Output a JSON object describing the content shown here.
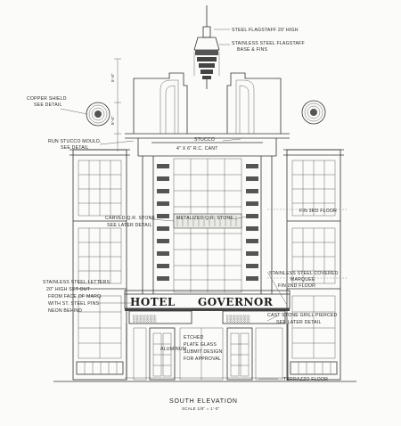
{
  "drawing": {
    "title": "SOUTH ELEVATION",
    "scale": "SCALE 1/8\" = 1'-0\"",
    "sign_hotel": "HOTEL",
    "sign_name": "GOVERNOR"
  },
  "labels": {
    "flagstaff": "STEEL FLAGSTAFF 20' HIGH",
    "flagstaff_base_1": "STAINLESS STEEL FLAGSTAFF",
    "flagstaff_base_2": "BASE & FINS",
    "copper_1": "COPPER SHIELD",
    "copper_2": "SEE DETAIL",
    "stucco_mould_1": "RUN STUCCO MOULD.",
    "stucco_mould_2": "SEE DETAIL",
    "stucco_1": "STUCCO",
    "stucco_2": "4\" X 6\" R.C. CANT",
    "carved_1": "CARVED Q.R. STONE",
    "carved_2": "SEE LATER DETAIL",
    "metalized": "METALIZED Q.R. STONE",
    "floor_5": "FIN 3RD FLOOR",
    "stainless_covered_1": "STAINLESS STEEL COVERED",
    "stainless_covered_2": "MARQUEE",
    "floor_2": "FIN 2ND FLOOR",
    "letters_1": "STAINLESS STEEL LETTERS",
    "letters_2": "20\" HIGH SET OUT",
    "letters_3": "FROM FACE OF MARQ.",
    "letters_4": "WITH ST. STEEL PINS",
    "letters_5": "NEON BEHIND",
    "etched_1": "ETCHED",
    "etched_2": "PLATE GLASS",
    "etched_3": "SUBMIT DESIGN",
    "etched_4": "FOR APPROVAL",
    "cast_stone_1": "CAST STONE GRILL PIERCED",
    "cast_stone_2": "SEE LATER DETAIL",
    "aluminum": "ALUMINUM",
    "terrazzo": "TERRAZZO FLOOR",
    "dim_1": "5'-0\"",
    "dim_2": "8'-0\""
  }
}
